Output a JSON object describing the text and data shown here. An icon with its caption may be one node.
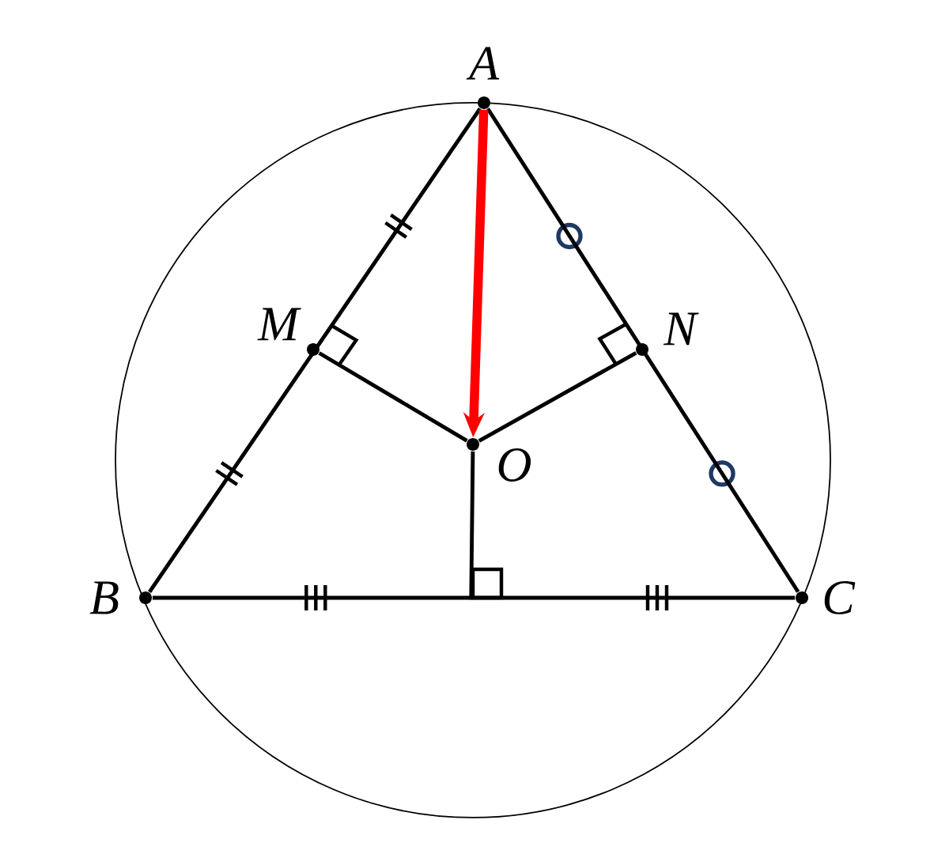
{
  "diagram": {
    "nodes": [
      {
        "text": [
          "A"
        ]
      },
      {
        "text": [
          "B"
        ]
      },
      {
        "text": [
          "C"
        ]
      },
      {
        "text": [
          "M"
        ]
      },
      {
        "text": [
          "N"
        ]
      },
      {
        "text": [
          "O"
        ]
      },
      {
        "text": [],
        "shape": "box"
      }
    ],
    "edges": [
      {
        "from": 0,
        "to": 1,
        "arrow": "none"
      },
      {
        "from": 0,
        "to": 2,
        "arrow": "none"
      },
      {
        "from": 1,
        "to": 2,
        "arrow": "none"
      },
      {
        "from": 3,
        "to": 5,
        "arrow": "none"
      },
      {
        "from": 4,
        "to": 5,
        "arrow": "none"
      },
      {
        "from": 5,
        "to": 6,
        "arrow": "none"
      },
      {
        "from": 0,
        "to": 5,
        "arrow": "to",
        "style": "thick",
        "color": "#ff0000"
      }
    ]
  }
}
